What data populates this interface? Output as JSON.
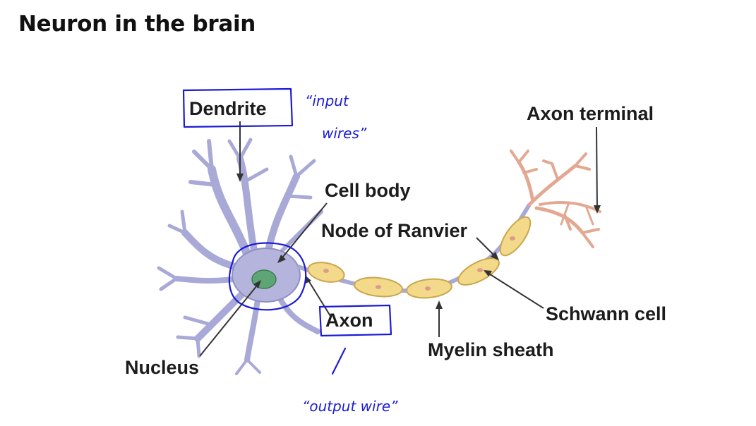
{
  "title": "Neuron in the brain",
  "labels": {
    "dendrite": "Dendrite",
    "cell_body": "Cell body",
    "node_of_ranvier": "Node of Ranvier",
    "axon_terminal": "Axon terminal",
    "schwann_cell": "Schwann cell",
    "axon": "Axon",
    "myelin_sheath": "Myelin sheath",
    "nucleus": "Nucleus"
  },
  "annotations": {
    "input_line1": "“input",
    "input_line2": "wires”",
    "output": "“output wire”"
  },
  "colors": {
    "neuron": "#b4b4dc",
    "myelin": "#f3d98a",
    "nucleus": "#5ea575",
    "ink": "#1b1bd6"
  }
}
